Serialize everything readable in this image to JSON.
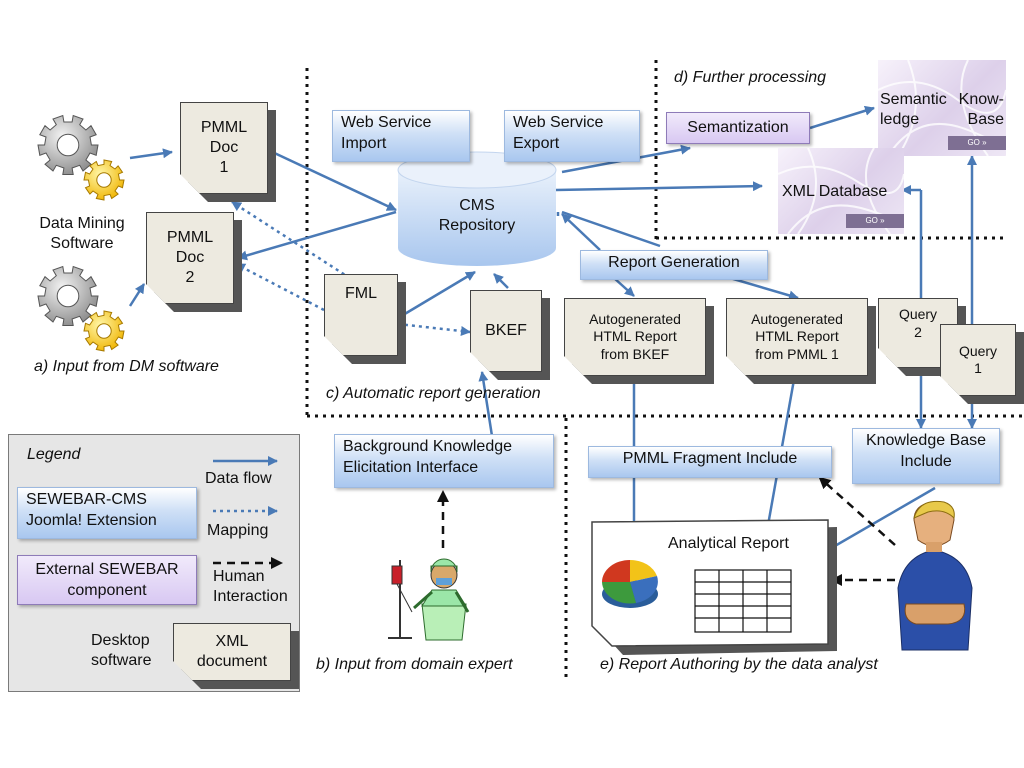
{
  "sections": {
    "a": "a) Input from DM software",
    "b": "b) Input from domain expert",
    "c": "c) Automatic report generation",
    "d": "d) Further processing",
    "e": "e) Report Authoring by the data analyst"
  },
  "nodes": {
    "dm_software": "Data Mining\nSoftware",
    "pmml_doc1": "PMML\nDoc\n1",
    "pmml_doc2": "PMML\nDoc\n2",
    "web_service_import": "Web Service\nImport",
    "web_service_export": "Web Service\nExport",
    "cms_repository": "CMS\nRepository",
    "fml": "FML",
    "bkef": "BKEF",
    "report_generation": "Report Generation",
    "autogen_bkef": "Autogenerated\nHTML Report\nfrom BKEF",
    "autogen_pmml": "Autogenerated\nHTML Report\nfrom PMML 1",
    "query2": "Query\n2",
    "query1": "Query\n1",
    "semantization": "Semantization",
    "semantic_kb": "Semantic Know-\nledge Base",
    "xml_database": "XML Database",
    "bk_interface": "Background Knowledge\nElicitation Interface",
    "pmml_fragment": "PMML Fragment Include",
    "kb_include": "Knowledge Base\nInclude",
    "analytical_report": "Analytical Report",
    "go_label": "GO »"
  },
  "legend": {
    "title": "Legend",
    "data_flow": "Data flow",
    "mapping": "Mapping",
    "human_interaction": "Human\nInteraction",
    "sewebar_cms": "SEWEBAR-CMS\nJoomla! Extension",
    "external": "External SEWEBAR\ncomponent",
    "desktop": "Desktop\nsoftware",
    "xml_document": "XML\ndocument"
  },
  "icons": [
    "gear-icon",
    "pie-chart-icon",
    "table-icon",
    "domain-expert-icon",
    "data-analyst-icon",
    "iv-drip-icon"
  ],
  "colors": {
    "flow": "#4a7ab6",
    "service_box": "#c6daf4",
    "external_box": "#dccbf3",
    "document": "#edeae0",
    "legend_bg": "#e6e6e6"
  }
}
